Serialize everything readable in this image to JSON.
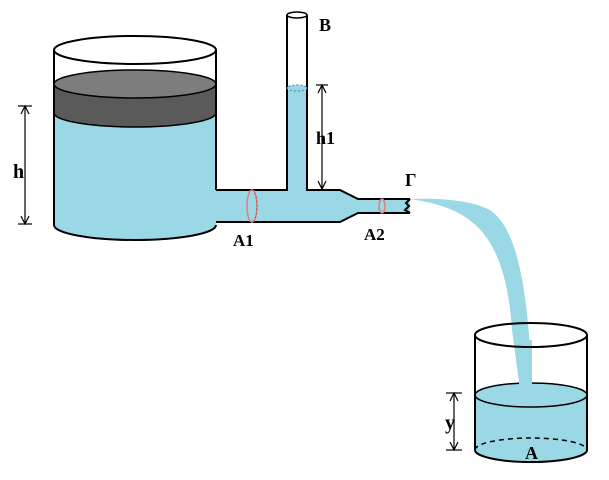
{
  "labels": {
    "h": "h",
    "h1": "h1",
    "B": "B",
    "Gamma": "Γ",
    "A1": "A1",
    "A2": "A2",
    "y": "y",
    "A": "A"
  },
  "colors": {
    "water": "#9bd8e6",
    "piston_top": "#7a7a7a",
    "piston_body": "#555555",
    "outline": "#000000",
    "section_mark": "#e87a7a"
  }
}
